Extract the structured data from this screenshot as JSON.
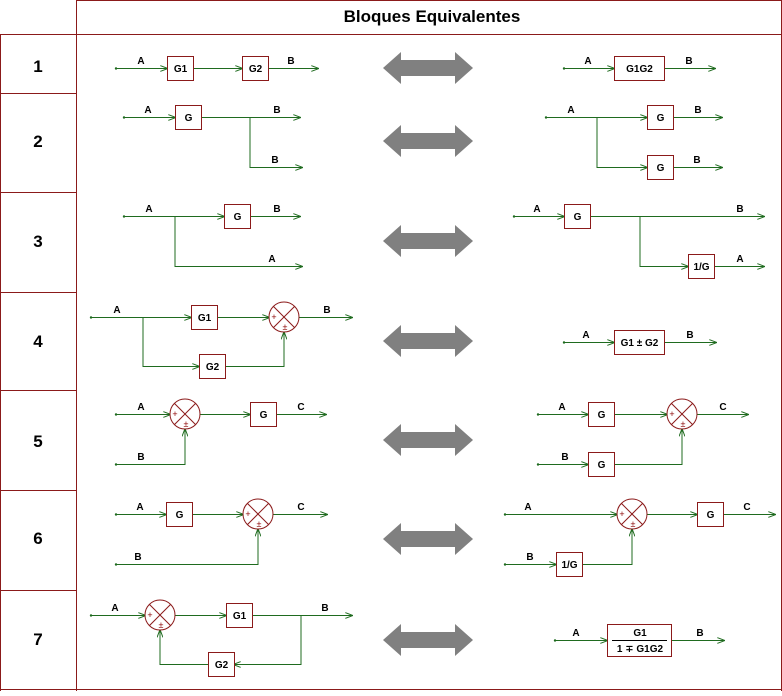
{
  "title": "Bloques Equivalentes",
  "colors": {
    "grid": "#8b1a1a",
    "wire": "#1f6b1f",
    "block": "#8b1a1a",
    "arrow": "#808080",
    "text": "#000000"
  },
  "rows": [
    {
      "num": "1",
      "left": {
        "A": "A",
        "B": "B",
        "blocks": [
          "G1",
          "G2"
        ]
      },
      "right": {
        "A": "A",
        "B": "B",
        "blocks": [
          "G1G2"
        ]
      }
    },
    {
      "num": "2",
      "left": {
        "A": "A",
        "B1": "B",
        "B2": "B",
        "blocks": [
          "G"
        ]
      },
      "right": {
        "A": "A",
        "B1": "B",
        "B2": "B",
        "blocks": [
          "G",
          "G"
        ]
      }
    },
    {
      "num": "3",
      "left": {
        "A": "A",
        "B": "B",
        "A2": "A",
        "blocks": [
          "G"
        ]
      },
      "right": {
        "A": "A",
        "B": "B",
        "A2": "A",
        "blocks": [
          "G",
          "1/G"
        ]
      }
    },
    {
      "num": "4",
      "left": {
        "A": "A",
        "B": "B",
        "blocks": [
          "G1",
          "G2"
        ],
        "signs": [
          "+",
          "±"
        ]
      },
      "right": {
        "A": "A",
        "B": "B",
        "blocks": [
          "G1 ± G2"
        ]
      }
    },
    {
      "num": "5",
      "left": {
        "A": "A",
        "B": "B",
        "C": "C",
        "blocks": [
          "G"
        ],
        "signs": [
          "+",
          "±"
        ]
      },
      "right": {
        "A": "A",
        "B": "B",
        "C": "C",
        "blocks": [
          "G",
          "G"
        ],
        "signs": [
          "+",
          "±"
        ]
      }
    },
    {
      "num": "6",
      "left": {
        "A": "A",
        "B": "B",
        "C": "C",
        "blocks": [
          "G"
        ],
        "signs": [
          "+",
          "±"
        ]
      },
      "right": {
        "A": "A",
        "B": "B",
        "C": "C",
        "blocks": [
          "G",
          "1/G"
        ],
        "signs": [
          "+",
          "±"
        ]
      }
    },
    {
      "num": "7",
      "left": {
        "A": "A",
        "B": "B",
        "blocks": [
          "G1",
          "G2"
        ],
        "signs": [
          "+",
          "±"
        ]
      },
      "right": {
        "A": "A",
        "B": "B",
        "num": "G1",
        "den": "1 ∓ G1G2"
      }
    }
  ]
}
